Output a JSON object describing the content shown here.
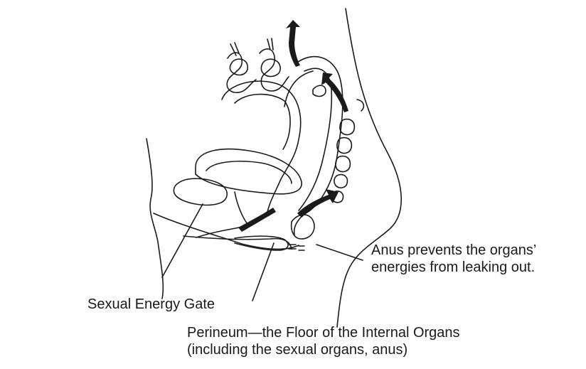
{
  "labels": {
    "anus_line1": "Anus prevents the organs’",
    "anus_line2": "energies from leaking out.",
    "sexual_gate": "Sexual Energy Gate",
    "perineum_line1": "Perineum—the Floor of the Internal Organs",
    "perineum_line2": "(including the sexual organs, anus)"
  },
  "colors": {
    "ink": "#1a1a1a",
    "background": "#ffffff"
  },
  "icons": [
    "upward-energy-arrow-icon"
  ]
}
